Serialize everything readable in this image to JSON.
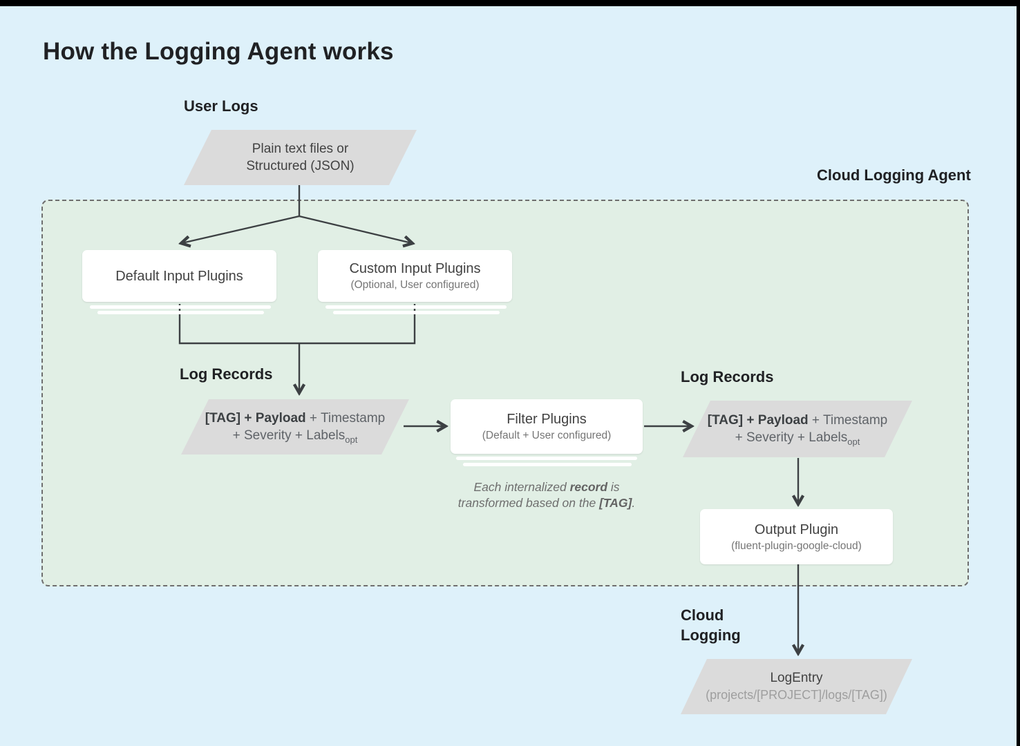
{
  "page": {
    "title": "How the Logging Agent works"
  },
  "labels": {
    "user_logs": "User Logs",
    "agent": "Cloud Logging Agent",
    "log_records_left": "Log Records",
    "log_records_right": "Log Records",
    "cloud_logging_line1": "Cloud",
    "cloud_logging_line2": "Logging"
  },
  "nodes": {
    "user_input": {
      "line1": "Plain text files or",
      "line2": "Structured (JSON)"
    },
    "default_input": {
      "title": "Default Input Plugins"
    },
    "custom_input": {
      "title": "Custom Input Plugins",
      "subtitle": "(Optional, User configured)"
    },
    "log_record_left": {
      "bold": "[TAG] + Payload",
      "regular": " + Timestamp",
      "line2": "+ Severity + Labels",
      "subscript": "opt"
    },
    "filter": {
      "title": "Filter Plugins",
      "subtitle": "(Default + User configured)"
    },
    "log_record_right": {
      "bold": "[TAG] + Payload",
      "regular": " + Timestamp",
      "line2": "+ Severity + Labels",
      "subscript": "opt"
    },
    "output": {
      "title": "Output Plugin",
      "subtitle": "(fluent-plugin-google-cloud)"
    },
    "log_entry": {
      "title": "LogEntry",
      "subtitle": "(projects/[PROJECT]/logs/[TAG])"
    }
  },
  "note": {
    "pre": "Each internalized ",
    "bold1": "record",
    "mid": " is transformed based on the ",
    "bold2": "[TAG]",
    "post": "."
  },
  "colors": {
    "background": "#def1fa",
    "agent_background": "#e1efe5",
    "shape_gray": "#dbdbdb",
    "connector": "#3c4043",
    "dashed_border": "#6e6e6e"
  }
}
